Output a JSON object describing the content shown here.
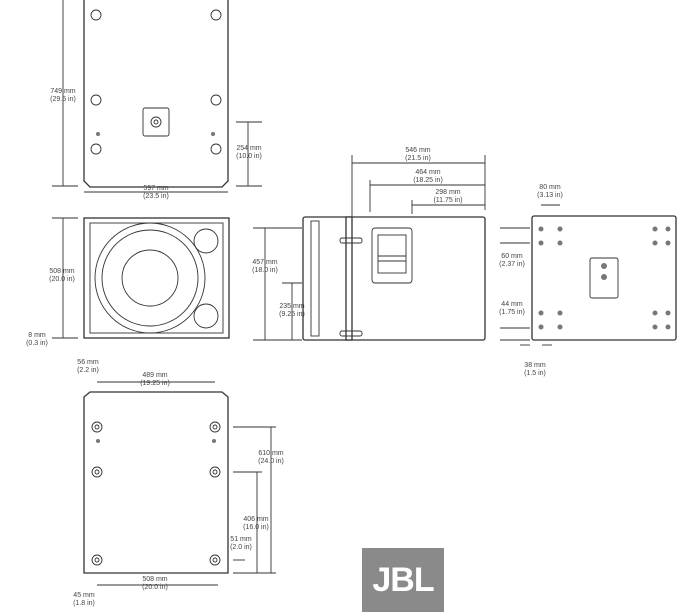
{
  "top_view": {
    "height_mm": "749 mm",
    "height_in": "(29.5 in)",
    "width_mm": "597 mm",
    "width_in": "(23.5 in)",
    "mount_mm": "254 mm",
    "mount_in": "(10.0 in)"
  },
  "front_view": {
    "height_mm": "508 mm",
    "height_in": "(20.0 in)",
    "foot_mm": "8 mm",
    "foot_in": "(0.3 in)"
  },
  "side_view": {
    "d1_mm": "546 mm",
    "d1_in": "(21.5 in)",
    "d2_mm": "464 mm",
    "d2_in": "(18.25 in)",
    "d3_mm": "298 mm",
    "d3_in": "(11.75 in)",
    "h1_mm": "457 mm",
    "h1_in": "(18.0 in)",
    "h2_mm": "235 mm",
    "h2_in": "(9.25 in)"
  },
  "rear_view": {
    "w_mm": "80 mm",
    "w_in": "(3.13 in)",
    "a_mm": "60 mm",
    "a_in": "(2.37 in)",
    "b_mm": "44 mm",
    "b_in": "(1.75 in)",
    "c_mm": "38 mm",
    "c_in": "(1.5 in)"
  },
  "bottom_view": {
    "a_mm": "56 mm",
    "a_in": "(2.2 in)",
    "b_mm": "489 mm",
    "b_in": "(19.25 in)",
    "c_mm": "610 mm",
    "c_in": "(24.0 in)",
    "d_mm": "406 mm",
    "d_in": "(16.0 in)",
    "e_mm": "51 mm",
    "e_in": "(2.0 in)",
    "f_mm": "508 mm",
    "f_in": "(20.0 in)",
    "g_mm": "45 mm",
    "g_in": "(1.8 in)"
  },
  "logo": "JBL"
}
